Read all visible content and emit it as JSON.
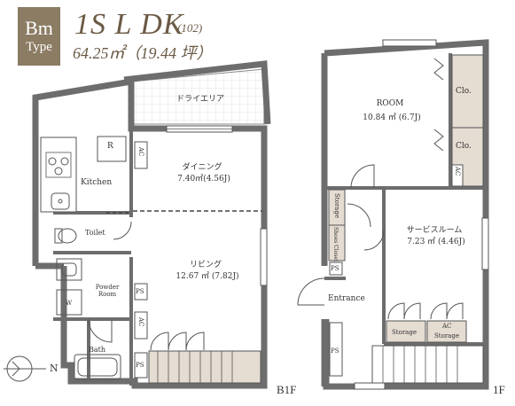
{
  "header": {
    "type_code": "Bm",
    "type_word": "Type",
    "layout": "1S L DK",
    "unit_number": "(102)",
    "area": "64.25㎡（19.44 坪）"
  },
  "b1f": {
    "floor_label": "B1F",
    "dry_area": "ドライエリア",
    "dining_name": "ダイニング",
    "dining_size": "7.40㎡(4.56J)",
    "living_name": "リビング",
    "living_size": "12.67 ㎡ (7.82J)",
    "kitchen": "Kitchen",
    "toilet": "Toilet",
    "powder_room": "Powder Room",
    "bath": "Bath",
    "refrigerator": "R",
    "washer": "W",
    "ac": "AC",
    "ps": "PS"
  },
  "f1": {
    "floor_label": "1F",
    "room_name": "ROOM",
    "room_size": "10.84 ㎡ (6.7J)",
    "service_room_name": "サービスルーム",
    "service_room_size": "7.23 ㎡ (4.46J)",
    "closet": "Clo.",
    "storage": "Storage",
    "shoes_closet": "Shoes Closet",
    "entrance": "Entrance",
    "ac": "AC",
    "ps": "PS"
  },
  "compass": {
    "north": "N"
  },
  "colors": {
    "badge": "#8c7c64",
    "closet_fill": "#e5dcd2",
    "wall": "#6d6d6d"
  }
}
